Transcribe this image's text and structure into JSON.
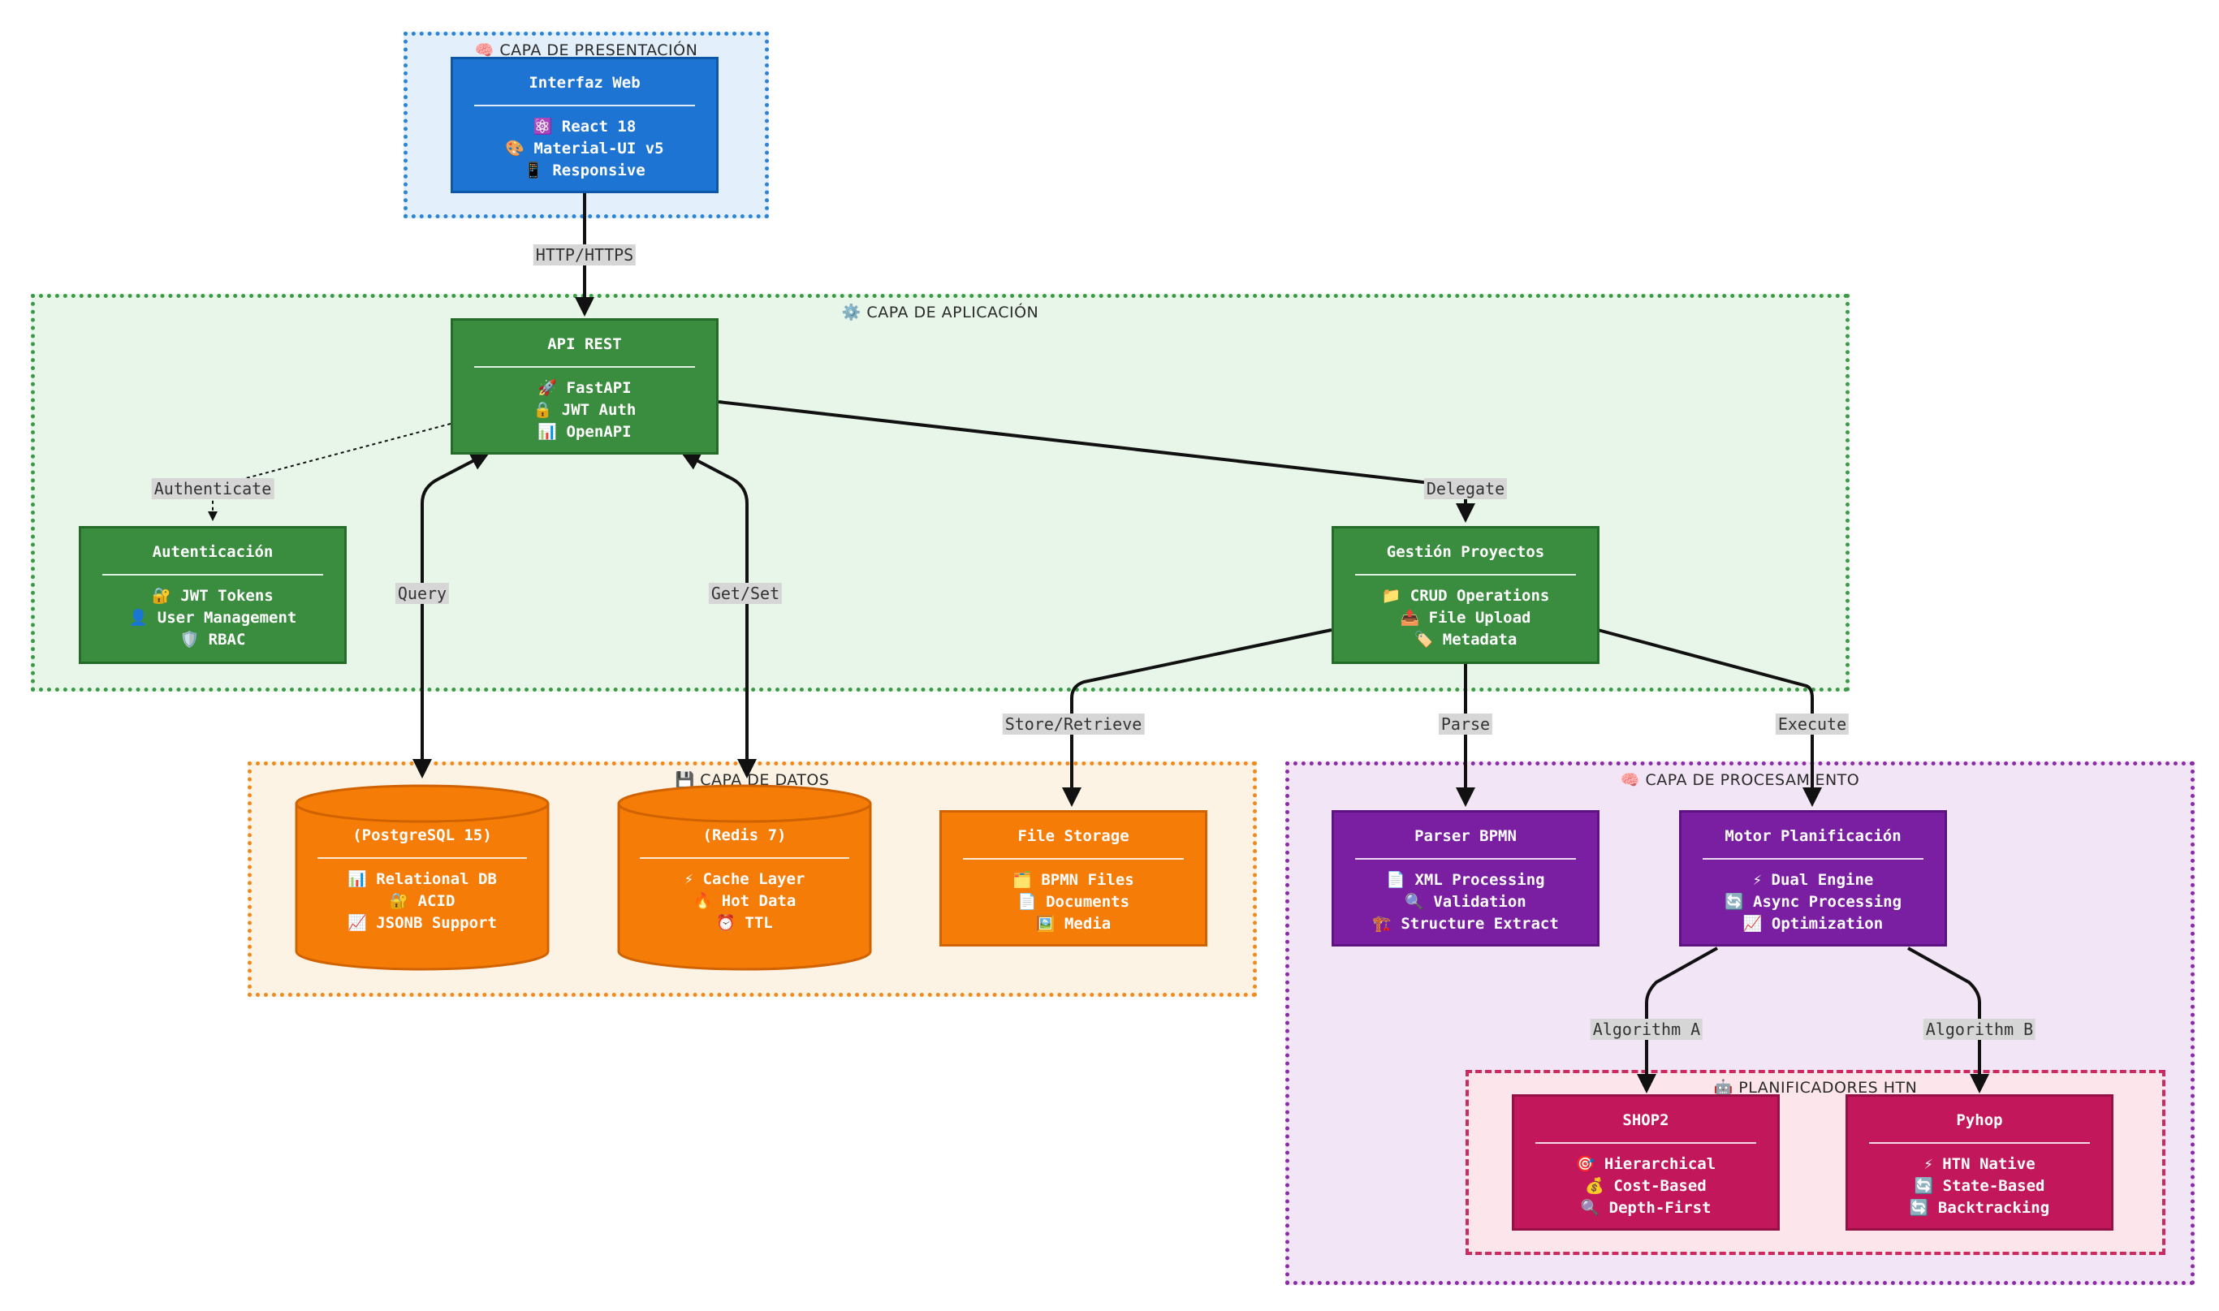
{
  "colors": {
    "presentation_bg": "#e3f0fb",
    "presentation_border": "#2b84d6",
    "application_bg": "#e8f5e9",
    "application_border": "#3c9a46",
    "data_bg": "#fdf3e4",
    "data_border": "#f08a1e",
    "processing_bg": "#f2e6f6",
    "processing_border": "#8a2ca6",
    "htn_bg": "#fce6ec",
    "htn_border": "#cc2a63",
    "blue_node": "#1e74d2",
    "green_node": "#3a8c3e",
    "orange_node": "#f57c07",
    "purple_node": "#7a1fa2",
    "pink_node": "#c2185b",
    "edge": "#111111"
  },
  "layers": {
    "presentation": {
      "icon": "brain-icon",
      "title": "🧠 CAPA DE PRESENTACIÓN"
    },
    "application": {
      "icon": "gear-icon",
      "title": "⚙️ CAPA DE APLICACIÓN"
    },
    "data": {
      "icon": "floppy-disk-icon",
      "title": "💾 CAPA DE DATOS"
    },
    "processing": {
      "icon": "brain-icon",
      "title": "🧠 CAPA DE PROCESAMIENTO"
    },
    "htn": {
      "icon": "robot-icon",
      "title": "🤖 PLANIFICADORES HTN"
    }
  },
  "nodes": {
    "web": {
      "title": "Interfaz Web",
      "lines": [
        "⚛️ React 18",
        "🎨 Material-UI v5",
        "📱 Responsive"
      ]
    },
    "api": {
      "title": "API REST",
      "lines": [
        "🚀 FastAPI",
        "🔒 JWT Auth",
        "📊 OpenAPI"
      ]
    },
    "auth": {
      "title": "Autenticación",
      "lines": [
        "🔐 JWT Tokens",
        "👤 User Management",
        "🛡️ RBAC"
      ]
    },
    "projects": {
      "title": "Gestión Proyectos",
      "lines": [
        "📁 CRUD Operations",
        "📤 File Upload",
        "🏷️ Metadata"
      ]
    },
    "postgres": {
      "title": "(PostgreSQL 15)",
      "lines": [
        "📊 Relational DB",
        "🔐 ACID",
        "📈 JSONB Support"
      ]
    },
    "redis": {
      "title": "(Redis 7)",
      "lines": [
        "⚡ Cache Layer",
        "🔥 Hot Data",
        "⏰ TTL"
      ]
    },
    "storage": {
      "title": "File Storage",
      "lines": [
        "🗂️ BPMN Files",
        "📄 Documents",
        "🖼️ Media"
      ]
    },
    "parser": {
      "title": "Parser BPMN",
      "lines": [
        "📄 XML Processing",
        "🔍 Validation",
        "🏗️ Structure Extract"
      ]
    },
    "motor": {
      "title": "Motor Planificación",
      "lines": [
        "⚡ Dual Engine",
        "🔄 Async Processing",
        "📈 Optimization"
      ]
    },
    "shop2": {
      "title": "SHOP2",
      "lines": [
        "🎯 Hierarchical",
        "💰 Cost-Based",
        "🔍 Depth-First"
      ]
    },
    "pyhop": {
      "title": "Pyhop",
      "lines": [
        "⚡ HTN Native",
        "🔄 State-Based",
        "🔄 Backtracking"
      ]
    }
  },
  "edge_labels": {
    "http": "HTTP/HTTPS",
    "authenticate": "Authenticate",
    "delegate": "Delegate",
    "query": "Query",
    "getset": "Get/Set",
    "store": "Store/Retrieve",
    "parse": "Parse",
    "execute": "Execute",
    "algA": "Algorithm A",
    "algB": "Algorithm B"
  }
}
